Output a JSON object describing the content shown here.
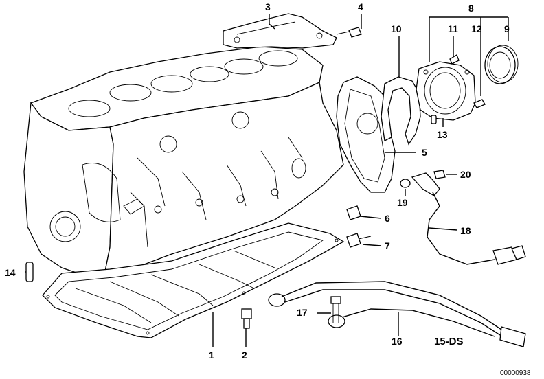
{
  "diagram": {
    "diagram_code": "15-DS",
    "reference_number": "00000938",
    "callouts": [
      {
        "id": "c1",
        "text": "1"
      },
      {
        "id": "c2",
        "text": "2"
      },
      {
        "id": "c3",
        "text": "3"
      },
      {
        "id": "c4",
        "text": "4"
      },
      {
        "id": "c5",
        "text": "5"
      },
      {
        "id": "c6",
        "text": "6"
      },
      {
        "id": "c7",
        "text": "7"
      },
      {
        "id": "c8",
        "text": "8"
      },
      {
        "id": "c9",
        "text": "9"
      },
      {
        "id": "c10",
        "text": "10"
      },
      {
        "id": "c11",
        "text": "11"
      },
      {
        "id": "c12",
        "text": "12"
      },
      {
        "id": "c13",
        "text": "13"
      },
      {
        "id": "c14",
        "text": "14"
      },
      {
        "id": "c16",
        "text": "16"
      },
      {
        "id": "c17",
        "text": "17"
      },
      {
        "id": "c18",
        "text": "18"
      },
      {
        "id": "c19",
        "text": "19"
      },
      {
        "id": "c20",
        "text": "20"
      }
    ]
  }
}
